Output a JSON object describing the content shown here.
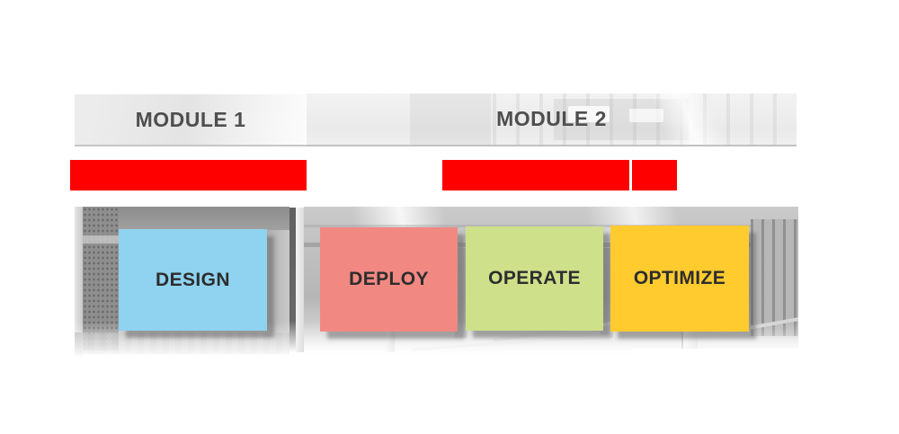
{
  "colors": {
    "page_background": "#FFFFFF",
    "redaction_bar": "#FF0000",
    "header_text": "#4E4E4E",
    "phase_label_text": "#2D2D2D"
  },
  "modules": [
    {
      "label": "MODULE 1",
      "phases": [
        {
          "label": "DESIGN",
          "color": "#8FD3F0"
        }
      ]
    },
    {
      "label": "MODULE 2",
      "phases": [
        {
          "label": "DEPLOY",
          "color": "#F28882"
        },
        {
          "label": "OPERATE",
          "color": "#CFE08A"
        },
        {
          "label": "OPTIMIZE",
          "color": "#FFCB2E"
        }
      ]
    }
  ]
}
